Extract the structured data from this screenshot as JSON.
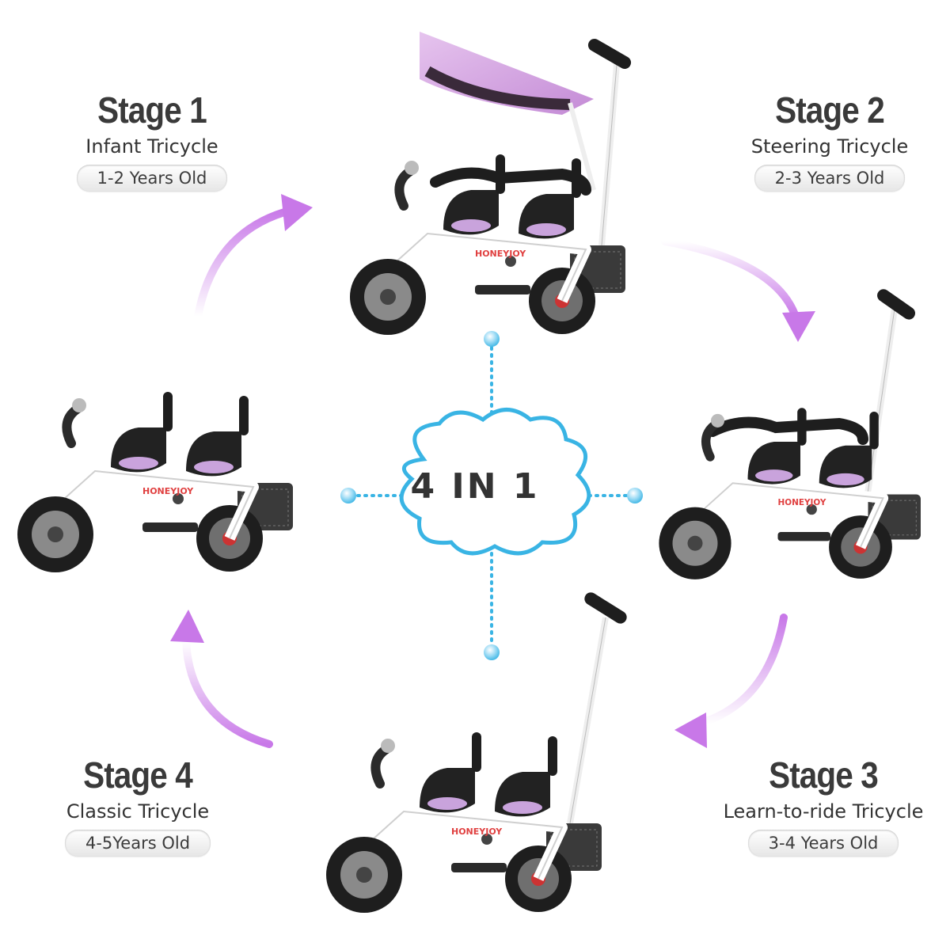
{
  "center": {
    "label": "4 IN 1"
  },
  "brand": "HONEYJOY",
  "colors": {
    "arrow": "#c878e8",
    "dotted_line": "#39b4e4",
    "cloud_outline": "#39b4e4",
    "canopy": "#d9a8e6",
    "seat_pad": "#c9a3dc",
    "frame": "#ffffff",
    "tire": "#1e1e1e"
  },
  "stages": [
    {
      "title": "Stage 1",
      "subtitle": "Infant Tricycle",
      "age": "1-2 Years Old"
    },
    {
      "title": "Stage 2",
      "subtitle": "Steering Tricycle",
      "age": "2-3 Years Old"
    },
    {
      "title": "Stage 3",
      "subtitle": "Learn-to-ride Tricycle",
      "age": "3-4 Years Old"
    },
    {
      "title": "Stage 4",
      "subtitle": "Classic Tricycle",
      "age": "4-5Years Old"
    }
  ]
}
